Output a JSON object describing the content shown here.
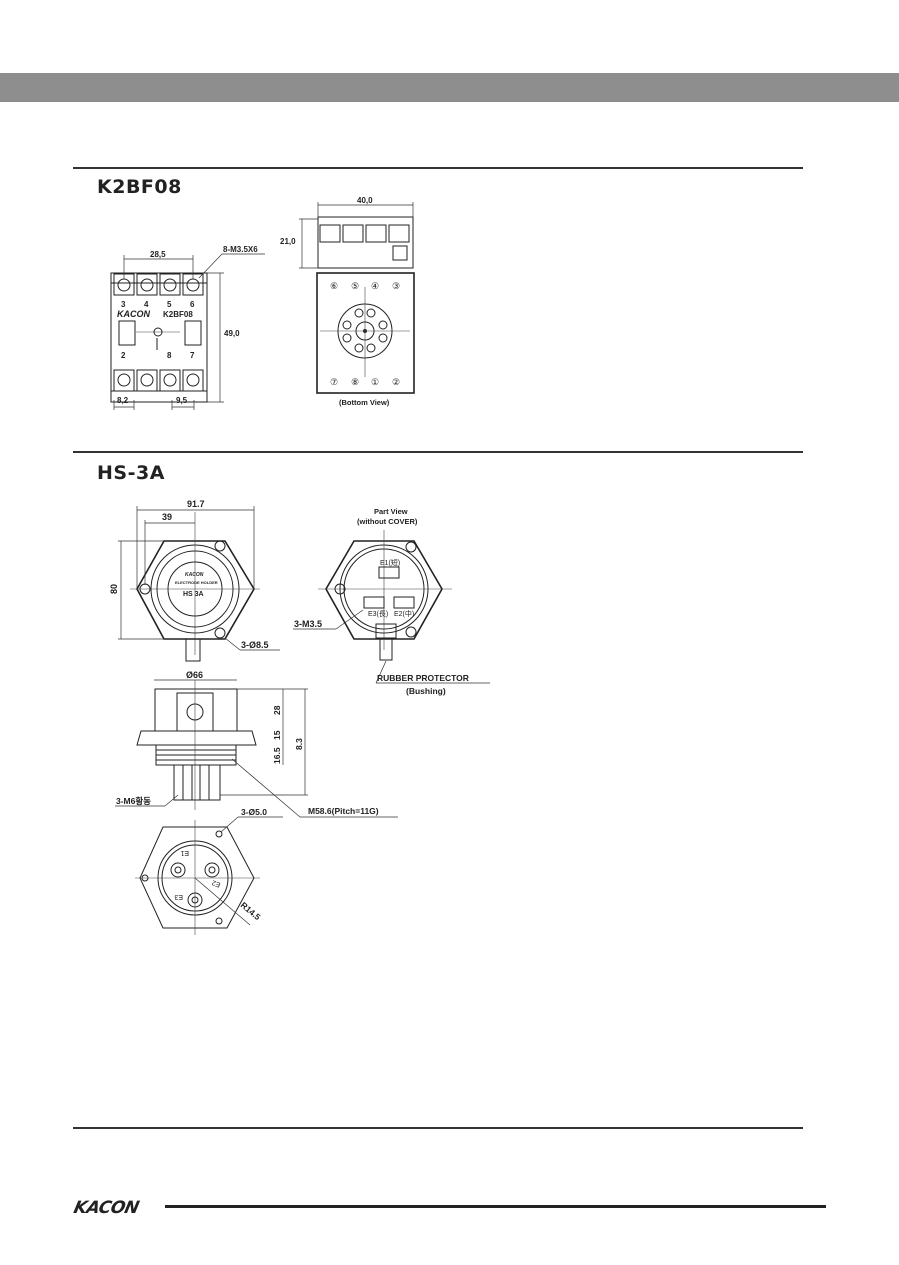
{
  "sections": [
    {
      "title": "K2BF08",
      "front_view": {
        "dim_width": "28,5",
        "dim_height": "49,0",
        "dim_left": "8,2",
        "dim_right": "9,5",
        "screw_note": "8-M3.5X6",
        "brand": "KACON",
        "model": "K2BF08",
        "top_terminals": [
          "3",
          "4",
          "5",
          "6"
        ],
        "bottom_terminals": [
          "2",
          "8",
          "7"
        ]
      },
      "side_view": {
        "dim_width": "40,0",
        "dim_height": "21,0"
      },
      "bottom_view": {
        "top_pins": [
          "⑥",
          "⑤",
          "④",
          "③"
        ],
        "bottom_pins": [
          "⑦",
          "⑧",
          "①",
          "②"
        ],
        "caption": "(Bottom View)"
      }
    },
    {
      "title": "HS-3A",
      "front_view": {
        "dim_overall": "91.7",
        "dim_half": "39",
        "dim_height": "80",
        "hole_note": "3-Ø8.5",
        "label_brand": "KACON",
        "label_line1": "ELECTRODE HOLDER",
        "label_model": "HS  3A"
      },
      "part_view": {
        "title_line1": "Part View",
        "title_line2": "(without COVER)",
        "e1": "E1(短)",
        "e2": "E2(中)",
        "e3": "E3(長)",
        "screw_note": "3-M3.5",
        "protector_line1": "RUBBER PROTECTOR",
        "protector_line2": "(Bushing)"
      },
      "side_view": {
        "dim_dia": "Ø66",
        "dim_28": "28",
        "dim_15": "15",
        "dim_165": "16.5",
        "dim_total": "8.3",
        "rod_note": "3-M6황동",
        "thread_note": "M58.6(Pitch=11G)"
      },
      "bottom_view": {
        "hole_note": "3-Ø5.0",
        "radius_note": "R14.5",
        "electrode_labels": [
          "E1",
          "E2",
          "E3"
        ]
      }
    }
  ],
  "footer": {
    "logo": "KACON"
  }
}
